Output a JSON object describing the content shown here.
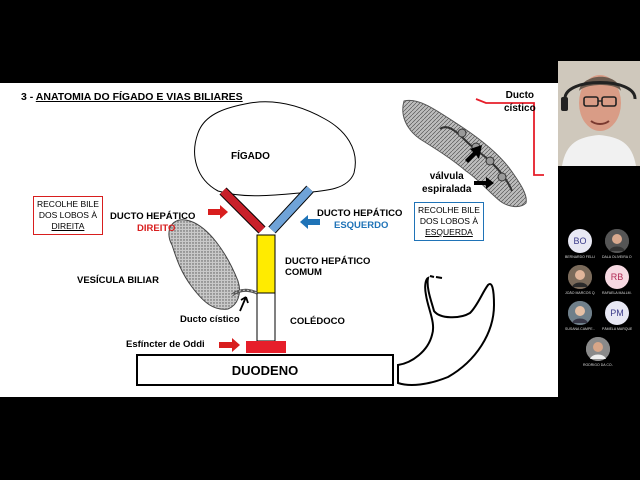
{
  "slide": {
    "title_prefix": "3 - ",
    "title": "ANATOMIA DO FÍGADO E VIAS BILIARES",
    "figado": "FÍGADO",
    "box_left_lines": [
      "RECOLHE BILE",
      "DOS LOBOS À",
      "DIREITA"
    ],
    "box_right_lines": [
      "RECOLHE BILE",
      "DOS LOBOS À",
      "ESQUERDA"
    ],
    "ducto_hepatico_label": "DUCTO HEPÁTICO",
    "direito": "DIREITO",
    "esquerdo": "ESQUERDO",
    "comum_lines": [
      "DUCTO HEPÁTICO",
      "COMUM"
    ],
    "vesicula": "VESÍCULA  BILIAR",
    "ducto_cistico_bottom": "Ducto  cístico",
    "coledoco": "COLÉDOCO",
    "esfincter": "Esfíncter de Oddi",
    "duodeno": "DUODENO",
    "ducto_cistico_top_lines": [
      "Ducto",
      "cístico"
    ],
    "valvula_lines": [
      "válvula",
      "espiralada"
    ]
  },
  "participants": [
    {
      "initials": "BO",
      "name": "BERNARDO FELLI...",
      "bg": "#e8e8f4",
      "fg": "#3b3b8a"
    },
    {
      "initials": "",
      "name": "DALA OLIVEIRA O...",
      "bg": "#555555",
      "fg": "#ffffff"
    },
    {
      "initials": "",
      "name": "JOÃO MARCOS Q...",
      "bg": "#7a6a5a",
      "fg": "#ffffff"
    },
    {
      "initials": "RB",
      "name": "RAFAELA MALLM...",
      "bg": "#f7d9e2",
      "fg": "#b12a55"
    },
    {
      "initials": "",
      "name": "SUSANA CAMPE...",
      "bg": "#6f7f8a",
      "fg": "#ffffff"
    },
    {
      "initials": "PM",
      "name": "PÂMELA MARQUES",
      "bg": "#e8e8f4",
      "fg": "#3b3b8a"
    },
    {
      "initials": "",
      "name": "RODRIGO DA CO...",
      "bg": "#8a8a8a",
      "fg": "#ffffff"
    }
  ],
  "colors": {
    "red": "#d81e1e",
    "blue": "#1f73b7",
    "yellow": "#ffeb00",
    "duct_red": "#c8202a",
    "duct_blue": "#6fa3d8"
  }
}
